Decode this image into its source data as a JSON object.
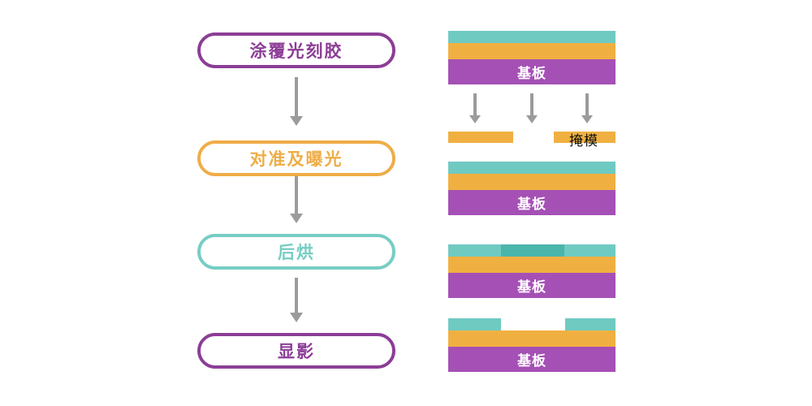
{
  "flowchart": {
    "steps": [
      {
        "id": "coat",
        "label": "涂覆光刻胶",
        "color": "#8c3d96"
      },
      {
        "id": "expose",
        "label": "对准及曝光",
        "color": "#efad48"
      },
      {
        "id": "post_bake",
        "label": "后烘",
        "color": "#76cdc4"
      },
      {
        "id": "develop",
        "label": "显影",
        "color": "#8c3d96"
      }
    ],
    "arrow_color": "#9b9b9b"
  },
  "cross_sections": {
    "substrate_label": "基板",
    "mask_label": "掩模",
    "colors": {
      "photoresist": "#6fcac1",
      "exposed_photoresist": "#4ab5ab",
      "film": "#f0b041",
      "substrate": "#a550b5",
      "mask": "#f0b041",
      "exposure_arrows": "#9b9b9b",
      "substrate_text": "#ffffff",
      "mask_text": "#111111",
      "background": "#ffffff"
    }
  }
}
